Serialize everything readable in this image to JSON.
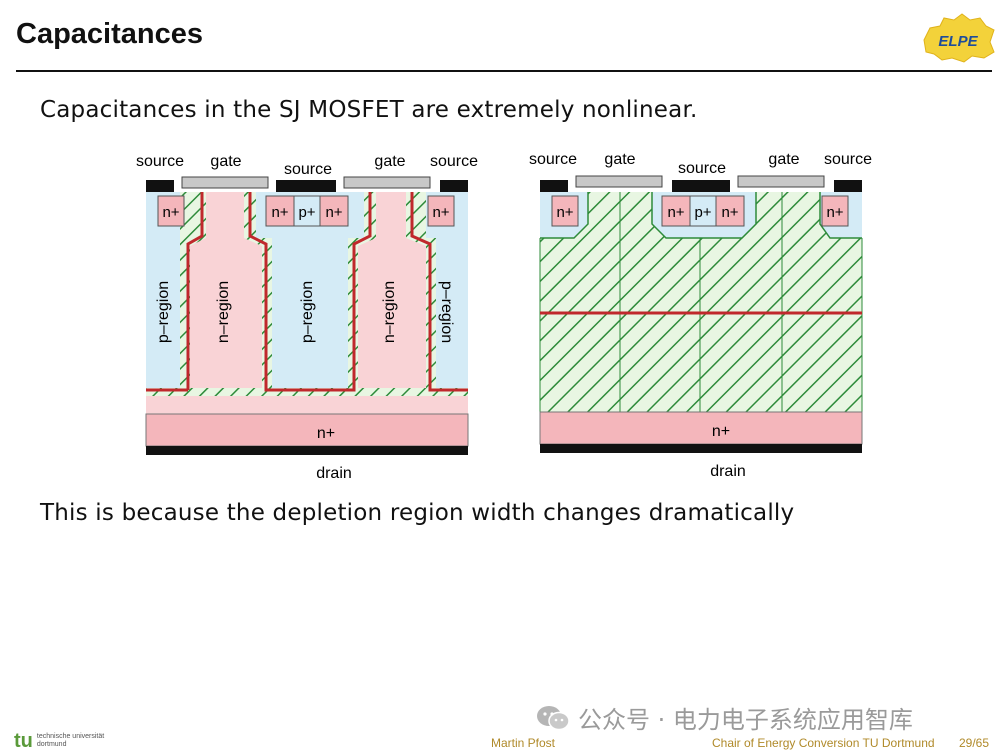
{
  "slide": {
    "title": "Capacitances",
    "line1": "Capacitances in the SJ MOSFET are extremely nonlinear.",
    "line2": "This is because the depletion region width changes dramatically"
  },
  "logo": {
    "text": "ELPE"
  },
  "diagram_left": {
    "labels": {
      "source_left": "source",
      "gate_left": "gate",
      "source_mid": "source",
      "gate_right": "gate",
      "source_right": "source",
      "nplus": "n+",
      "pplus": "p+",
      "p_region": "p–region",
      "n_region": "n–region",
      "nplus_bottom": "n+",
      "drain": "drain"
    }
  },
  "diagram_right": {
    "labels": {
      "source_left": "source",
      "gate_left": "gate",
      "source_mid": "source",
      "gate_right": "gate",
      "source_right": "source",
      "nplus": "n+",
      "pplus": "p+",
      "nplus_bottom": "n+",
      "drain": "drain"
    }
  },
  "colors": {
    "n_region": "#f9d3d6",
    "n_plus": "#f4b6bb",
    "p_region": "#d4ebf6",
    "hatch": "#2e8b3a",
    "depletion_edge": "#c0282c",
    "metal": "#111111",
    "gate": "#c8c8c8"
  },
  "watermark": {
    "text": "公众号 · 电力电子系统应用智库"
  },
  "footer": {
    "university_line1": "technische universität",
    "university_line2": "dortmund",
    "author": "Martin Pfost",
    "chair": "Chair of Energy Conversion TU Dortmund",
    "page": "29/65"
  }
}
